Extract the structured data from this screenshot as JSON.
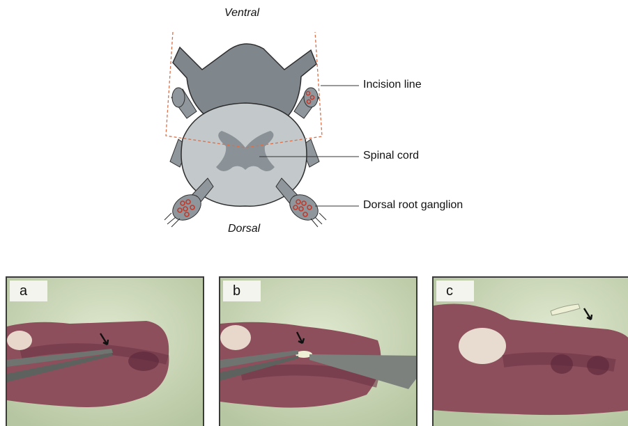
{
  "schematic": {
    "top_label": "Ventral",
    "bottom_label": "Dorsal",
    "callouts": {
      "incision": "Incision line",
      "spinal_cord": "Spinal cord",
      "drg": "Dorsal root ganglion"
    }
  },
  "photos": [
    {
      "letter": "a"
    },
    {
      "letter": "b"
    },
    {
      "letter": "c"
    }
  ],
  "colors": {
    "vertebra": "#7f878d",
    "cord": "#c3c8cb",
    "grey_matter": "#8a9298",
    "incision": "#d9704a",
    "ganglion_cells": "#c0392b",
    "photo_background": "#c9d6b8",
    "tissue": "#8e4f5c"
  }
}
